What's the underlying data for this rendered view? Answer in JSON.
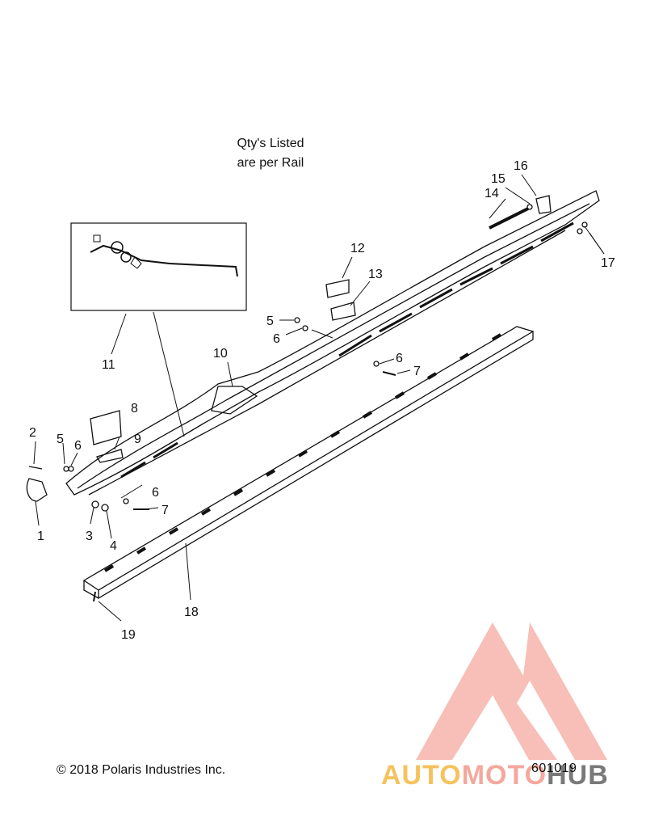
{
  "note": {
    "line1": "Qty's Listed",
    "line2": "are per Rail"
  },
  "callouts": [
    "1",
    "2",
    "3",
    "4",
    "5",
    "5",
    "6",
    "6",
    "6",
    "6",
    "7",
    "7",
    "8",
    "9",
    "10",
    "11",
    "12",
    "13",
    "14",
    "15",
    "16",
    "17",
    "18",
    "19"
  ],
  "footer": {
    "copyright": "© 2018 Polaris Industries Inc.",
    "doc_number": "601019"
  },
  "watermark": {
    "word1": "AUTO",
    "word2": "MOTO",
    "word3": "HUB",
    "colors": [
      "#f5b841",
      "#f39a8c",
      "#6b6b6b"
    ]
  }
}
